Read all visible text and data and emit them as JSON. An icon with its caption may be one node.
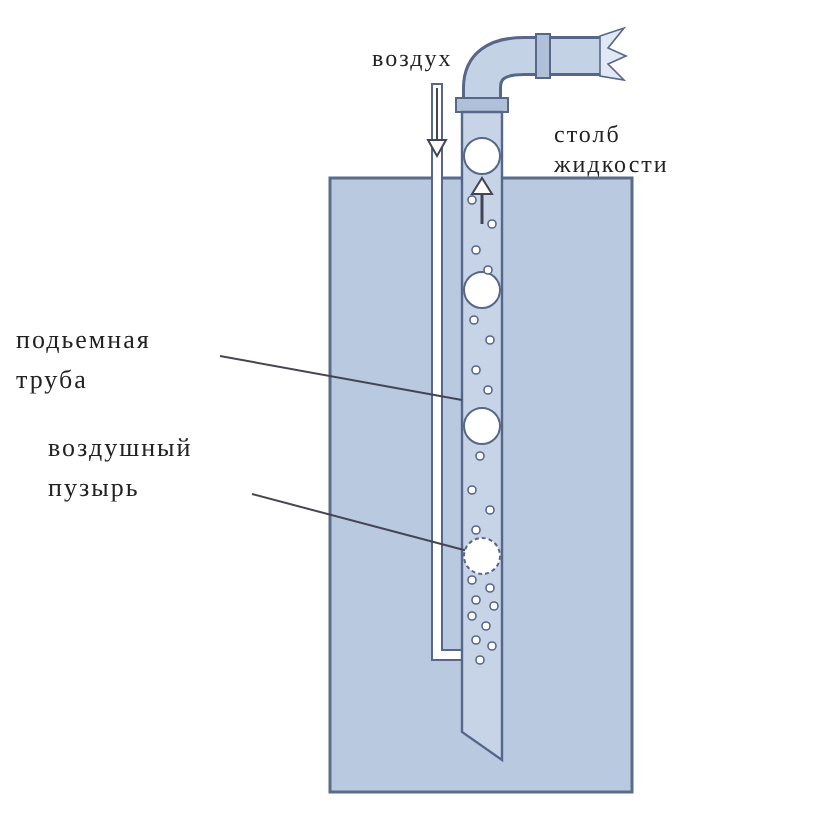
{
  "diagram": {
    "nodes": [
      {
        "text": [
          "подьемная труба"
        ]
      },
      {
        "text": [],
        "shape": "bar"
      },
      {
        "text": [
          "воздушный пузырь"
        ]
      },
      {
        "text": [],
        "shape": "circle",
        "in": 1
      }
    ],
    "edges": [
      {
        "from": 0,
        "to": 1,
        "arrow": "none"
      },
      {
        "from": 2,
        "to": 3,
        "arrow": "none"
      }
    ],
    "labels": [
      "воздух",
      "столб жидкости"
    ]
  }
}
